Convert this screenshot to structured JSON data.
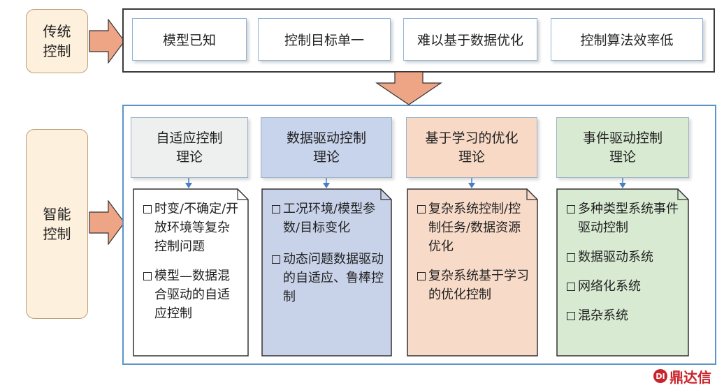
{
  "traditional": {
    "label_line1": "传统",
    "label_line2": "控制",
    "properties": [
      "模型已知",
      "控制目标单一",
      "难以基于数据优化",
      "控制算法效率低"
    ]
  },
  "intelligent": {
    "label_line1": "智能",
    "label_line2": "控制",
    "columns": [
      {
        "title_line1": "自适应控制",
        "title_line2": "理论",
        "header_color": "#eef0f0",
        "body_color": "#ffffff",
        "items": [
          "时变/不确定/开放环境等复杂控制问题",
          "模型—数据混合驱动的自适应控制"
        ]
      },
      {
        "title_line1": "数据驱动控制",
        "title_line2": "理论",
        "header_color": "#c8d3ec",
        "body_color": "#c8d3ea",
        "items": [
          "工况环境/模型参数/目标变化",
          "动态问题数据驱动的自适应、鲁棒控制"
        ]
      },
      {
        "title_line1": "基于学习的优化",
        "title_line2": "理论",
        "header_color": "#f8d9c6",
        "body_color": "#f8dac8",
        "items": [
          "复杂系统控制/控制任务/数据资源优化",
          "复杂系统基于学习的优化控制"
        ]
      },
      {
        "title_line1": "事件驱动控制",
        "title_line2": "理论",
        "header_color": "#d8ebd2",
        "body_color": "#d8ebd2",
        "items": [
          "多种类型系统事件驱动控制",
          "数据驱动系统",
          "网络化系统",
          "混杂系统"
        ]
      }
    ]
  },
  "colors": {
    "arrow_fill": "#eea585",
    "arrow_stroke": "#333333",
    "panel_border": "#5b95c7",
    "connector": "#4a7fbf"
  },
  "watermark": {
    "icon_text": "DI",
    "text": "鼎达信"
  }
}
